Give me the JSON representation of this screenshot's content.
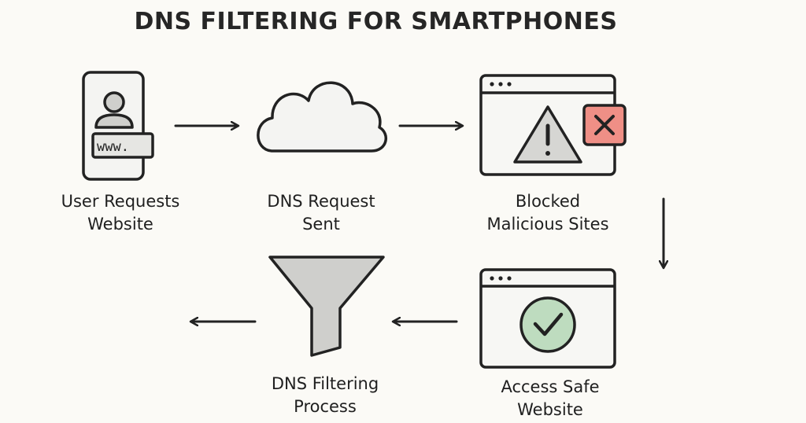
{
  "title": "DNS FILTERING FOR SMARTPHONES",
  "steps": [
    {
      "id": "user-request",
      "lines": [
        "User Requests",
        "Website"
      ],
      "icon": "smartphone-user-icon",
      "badge": "www."
    },
    {
      "id": "dns-request",
      "lines": [
        "DNS Request",
        "Sent"
      ],
      "icon": "cloud-icon"
    },
    {
      "id": "blocked",
      "lines": [
        "Blocked",
        "Malicious Sites"
      ],
      "icon": "browser-warning-icon"
    },
    {
      "id": "safe",
      "lines": [
        "Access Safe",
        "Website"
      ],
      "icon": "browser-checkmark-icon"
    },
    {
      "id": "filtering",
      "lines": [
        "DNS Filtering",
        "Process"
      ],
      "icon": "funnel-icon"
    }
  ],
  "colors": {
    "stroke": "#222222",
    "block_red": "#ef8f86",
    "safe_green": "#bedcbf",
    "fill_light": "#f4f4f2",
    "fill_gray": "#cfcfcc",
    "background": "#fbfaf6"
  }
}
